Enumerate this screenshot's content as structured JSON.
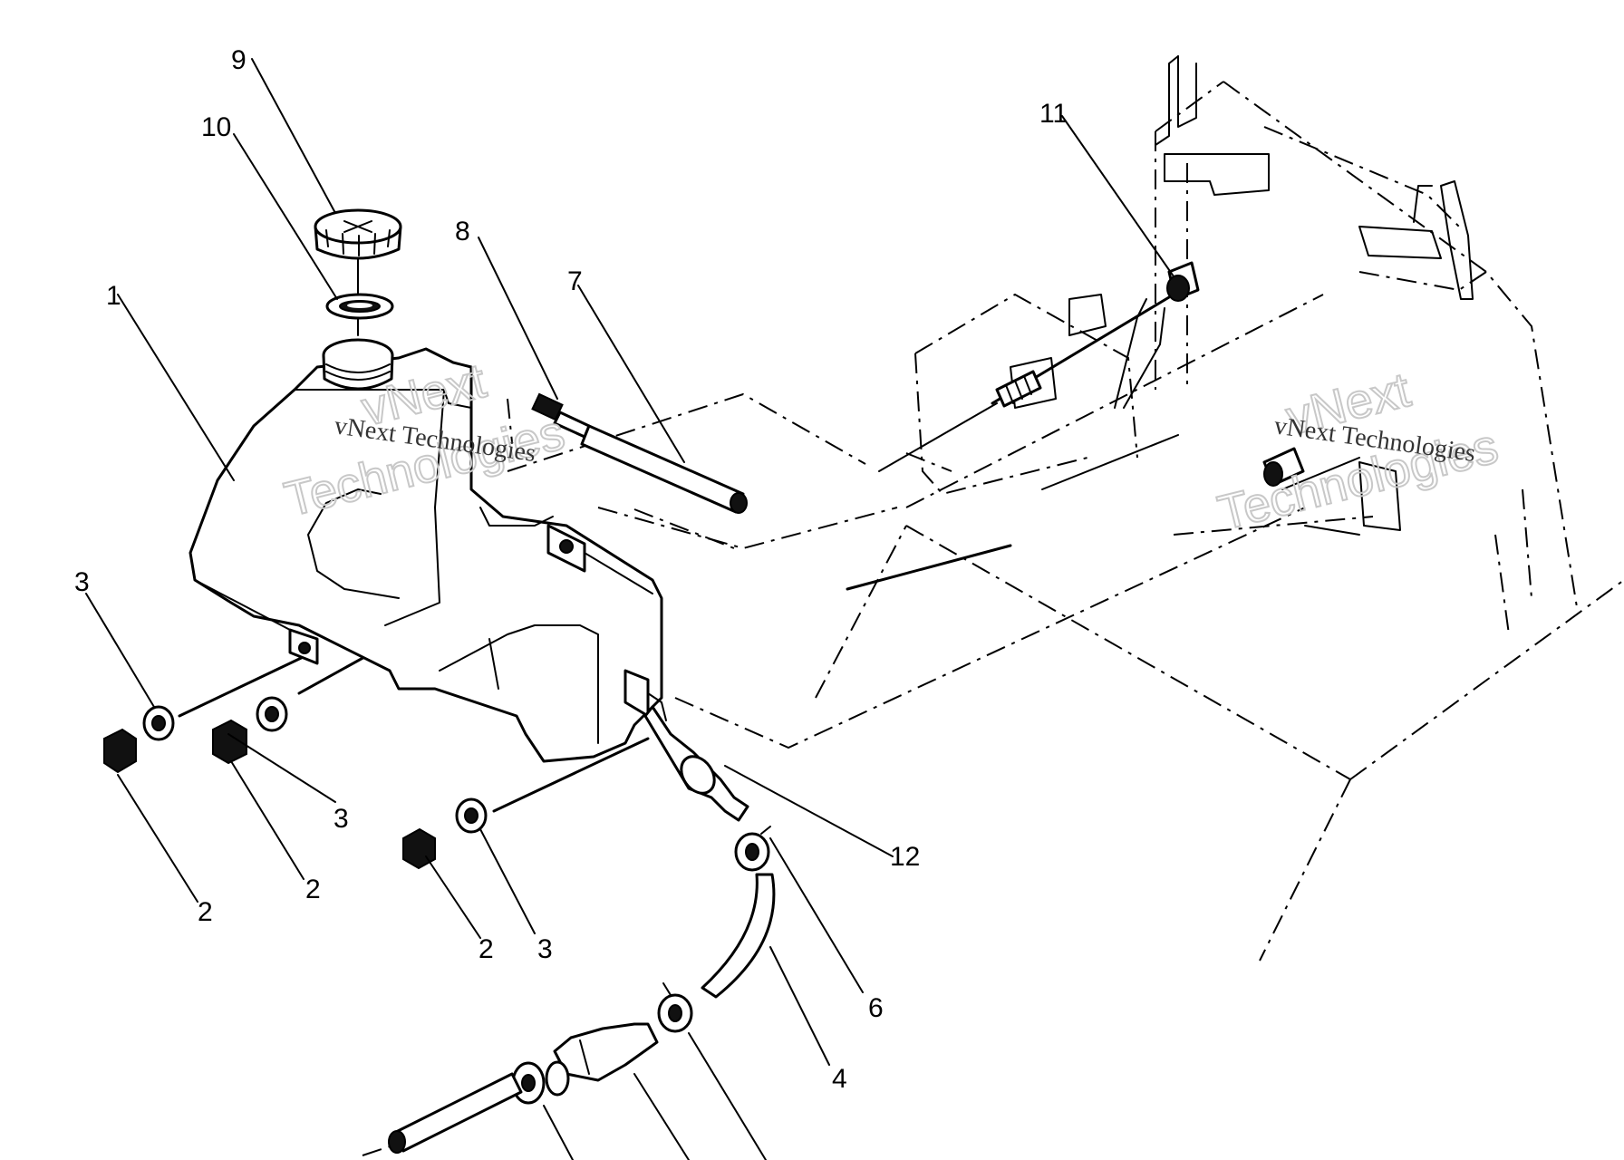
{
  "callouts": {
    "c1": "1",
    "c2a": "2",
    "c2b": "2",
    "c2c": "2",
    "c3a": "3",
    "c3b": "3",
    "c3c": "3",
    "c4": "4",
    "c6": "6",
    "c7": "7",
    "c8": "8",
    "c9": "9",
    "c10": "10",
    "c11": "11",
    "c12": "12"
  },
  "watermarks": {
    "left_small": "vNext Technologies",
    "left_big_1": "vNext",
    "left_big_2": "Technologies",
    "right_small": "vNext Technologies",
    "right_big_1": "vNext",
    "right_big_2": "Technologies"
  }
}
